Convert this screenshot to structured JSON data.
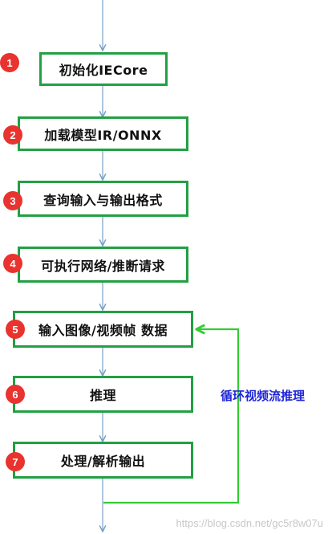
{
  "steps": [
    {
      "num": "1",
      "label": "初始化IECore"
    },
    {
      "num": "2",
      "label": "加载模型IR/ONNX"
    },
    {
      "num": "3",
      "label": "查询输入与输出格式"
    },
    {
      "num": "4",
      "label": "可执行网络/推断请求"
    },
    {
      "num": "5",
      "label": "输入图像/视频帧 数据"
    },
    {
      "num": "6",
      "label": "推理"
    },
    {
      "num": "7",
      "label": "处理/解析输出"
    }
  ],
  "loop_label": "循环视频流推理",
  "watermark": "https://blog.csdn.net/gc5r8w07u",
  "colors": {
    "box_border": "#22a043",
    "badge": "#e8332e",
    "arrow": "#7aa0c8",
    "loop": "#33cc33",
    "loop_text": "#1f25d8"
  }
}
